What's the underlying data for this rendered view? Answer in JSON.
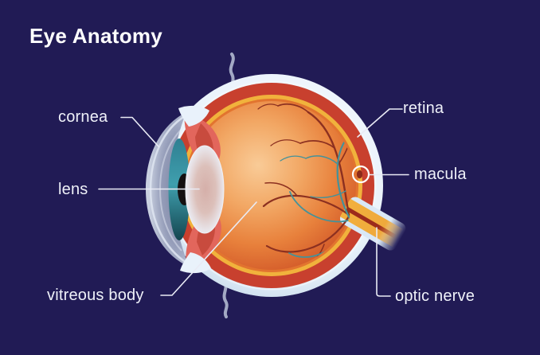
{
  "title": "Eye Anatomy",
  "labels": {
    "cornea": "cornea",
    "lens": "lens",
    "vitreous_body": "vitreous body",
    "retina": "retina",
    "macula": "macula",
    "optic_nerve": "optic nerve"
  },
  "colors": {
    "background": "#211b55",
    "title_text": "#ffffff",
    "label_text": "#eff1f9",
    "leader_line": "#e9ebf5",
    "sclera": "#e6f0fa",
    "choroid": "#c8402e",
    "retina_band": "#f1b23c",
    "vitreous_center": "#f9cb97",
    "vitreous_edge": "#c04e27",
    "artery": "#8c3020",
    "vein": "#44929a",
    "iris": "#3a93a4",
    "pupil": "#141011",
    "lens_body": "#d8b7b2",
    "cornea_dome": "#949cb9",
    "ciliary_body": "#e2665c",
    "optic_nerve_band": "#f2b03d",
    "macula_ring": "#ffffff",
    "vessel_squiggle": "#a3a9c4"
  }
}
